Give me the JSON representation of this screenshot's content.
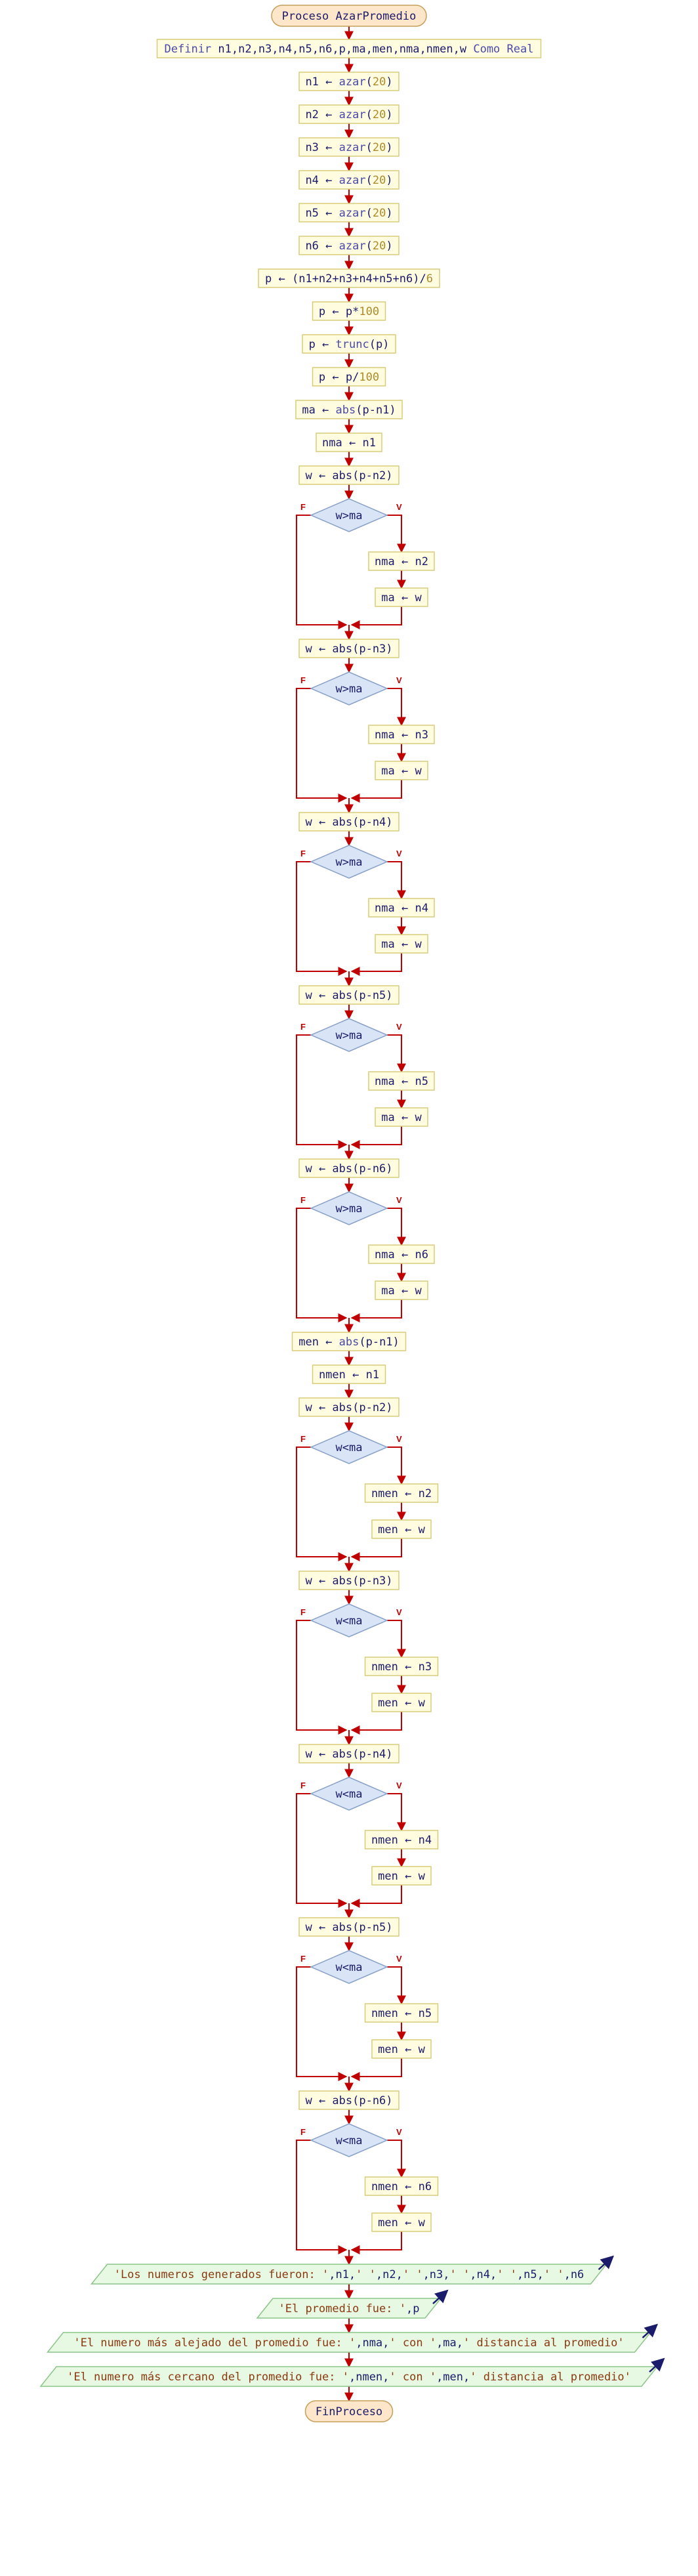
{
  "start_label": "Proceso AzarPromedio",
  "end_label": "FinProceso",
  "branch_labels": {
    "false": "F",
    "true": "V"
  },
  "definition": [
    {
      "t": "Definir ",
      "k": "kw"
    },
    {
      "t": "n1,n2,n3,n4,n5,n6,p,ma,men,nma,nmen,w ",
      "k": "v"
    },
    {
      "t": "Como Real",
      "k": "kw"
    }
  ],
  "statements": [
    [
      {
        "t": "n1 ← ",
        "k": "v"
      },
      {
        "t": "azar",
        "k": "kw"
      },
      {
        "t": "(",
        "k": "v"
      },
      {
        "t": "20",
        "k": "num"
      },
      {
        "t": ")",
        "k": "v"
      }
    ],
    [
      {
        "t": "n2 ← ",
        "k": "v"
      },
      {
        "t": "azar",
        "k": "kw"
      },
      {
        "t": "(",
        "k": "v"
      },
      {
        "t": "20",
        "k": "num"
      },
      {
        "t": ")",
        "k": "v"
      }
    ],
    [
      {
        "t": "n3 ← ",
        "k": "v"
      },
      {
        "t": "azar",
        "k": "kw"
      },
      {
        "t": "(",
        "k": "v"
      },
      {
        "t": "20",
        "k": "num"
      },
      {
        "t": ")",
        "k": "v"
      }
    ],
    [
      {
        "t": "n4 ← ",
        "k": "v"
      },
      {
        "t": "azar",
        "k": "kw"
      },
      {
        "t": "(",
        "k": "v"
      },
      {
        "t": "20",
        "k": "num"
      },
      {
        "t": ")",
        "k": "v"
      }
    ],
    [
      {
        "t": "n5 ← ",
        "k": "v"
      },
      {
        "t": "azar",
        "k": "kw"
      },
      {
        "t": "(",
        "k": "v"
      },
      {
        "t": "20",
        "k": "num"
      },
      {
        "t": ")",
        "k": "v"
      }
    ],
    [
      {
        "t": "n6 ← ",
        "k": "v"
      },
      {
        "t": "azar",
        "k": "kw"
      },
      {
        "t": "(",
        "k": "v"
      },
      {
        "t": "20",
        "k": "num"
      },
      {
        "t": ")",
        "k": "v"
      }
    ],
    [
      {
        "t": "p ← (n1+n2+n3+n4+n5+n6)/",
        "k": "v"
      },
      {
        "t": "6",
        "k": "num"
      }
    ],
    [
      {
        "t": "p ← p*",
        "k": "v"
      },
      {
        "t": "100",
        "k": "num"
      }
    ],
    [
      {
        "t": "p ← ",
        "k": "v"
      },
      {
        "t": "trunc",
        "k": "kw"
      },
      {
        "t": "(p)",
        "k": "v"
      }
    ],
    [
      {
        "t": "p ← p/",
        "k": "v"
      },
      {
        "t": "100",
        "k": "num"
      }
    ],
    [
      {
        "t": "ma ← ",
        "k": "v"
      },
      {
        "t": "abs",
        "k": "kw"
      },
      {
        "t": "(p-n1)",
        "k": "v"
      }
    ],
    [
      {
        "t": "nma ← n1",
        "k": "v"
      }
    ]
  ],
  "max_blocks": [
    {
      "w": "w ← abs(p-n2)",
      "cond": "w>ma",
      "a": "nma ← n2",
      "b": "ma ← w"
    },
    {
      "w": "w ← abs(p-n3)",
      "cond": "w>ma",
      "a": "nma ← n3",
      "b": "ma ← w"
    },
    {
      "w": "w ← abs(p-n4)",
      "cond": "w>ma",
      "a": "nma ← n4",
      "b": "ma ← w"
    },
    {
      "w": "w ← abs(p-n5)",
      "cond": "w>ma",
      "a": "nma ← n5",
      "b": "ma ← w"
    },
    {
      "w": "w ← abs(p-n6)",
      "cond": "w>ma",
      "a": "nma ← n6",
      "b": "ma ← w"
    }
  ],
  "men_init": [
    [
      {
        "t": "men ← ",
        "k": "v"
      },
      {
        "t": "abs",
        "k": "kw"
      },
      {
        "t": "(p-n1)",
        "k": "v"
      }
    ],
    [
      {
        "t": "nmen ← n1",
        "k": "v"
      }
    ]
  ],
  "min_blocks": [
    {
      "w": "w ← abs(p-n2)",
      "cond": "w<ma",
      "a": "nmen ← n2",
      "b": "men ← w"
    },
    {
      "w": "w ← abs(p-n3)",
      "cond": "w<ma",
      "a": "nmen ← n3",
      "b": "men ← w"
    },
    {
      "w": "w ← abs(p-n4)",
      "cond": "w<ma",
      "a": "nmen ← n4",
      "b": "men ← w"
    },
    {
      "w": "w ← abs(p-n5)",
      "cond": "w<ma",
      "a": "nmen ← n5",
      "b": "men ← w"
    },
    {
      "w": "w ← abs(p-n6)",
      "cond": "w<ma",
      "a": "nmen ← n6",
      "b": "men ← w"
    }
  ],
  "outputs": [
    [
      {
        "t": "'Los numeros generados fueron: '",
        "k": "str"
      },
      {
        "t": ",n1,",
        "k": "v"
      },
      {
        "t": "' '",
        "k": "str"
      },
      {
        "t": ",n2,",
        "k": "v"
      },
      {
        "t": "' '",
        "k": "str"
      },
      {
        "t": ",n3,",
        "k": "v"
      },
      {
        "t": "' '",
        "k": "str"
      },
      {
        "t": ",n4,",
        "k": "v"
      },
      {
        "t": "' '",
        "k": "str"
      },
      {
        "t": ",n5,",
        "k": "v"
      },
      {
        "t": "' '",
        "k": "str"
      },
      {
        "t": ",n6",
        "k": "v"
      }
    ],
    [
      {
        "t": "'El promedio fue: '",
        "k": "str"
      },
      {
        "t": ",p",
        "k": "v"
      }
    ],
    [
      {
        "t": "'El numero más alejado del promedio fue: '",
        "k": "str"
      },
      {
        "t": ",nma,",
        "k": "v"
      },
      {
        "t": "'  con '",
        "k": "str"
      },
      {
        "t": ",ma,",
        "k": "v"
      },
      {
        "t": "' distancia al promedio'",
        "k": "str"
      }
    ],
    [
      {
        "t": "'El numero más cercano del promedio fue: '",
        "k": "str"
      },
      {
        "t": ",nmen,",
        "k": "v"
      },
      {
        "t": "'  con '",
        "k": "str"
      },
      {
        "t": ",men,",
        "k": "v"
      },
      {
        "t": "' distancia al promedio'",
        "k": "str"
      }
    ]
  ],
  "colors": {
    "arrow": "#c00000",
    "box_fill": "#fffce0",
    "box_stroke": "#d8cc7c",
    "terminal_fill": "#fde6ca",
    "terminal_stroke": "#c79f5a",
    "decision_fill": "#d9e4f7",
    "decision_stroke": "#8aa2c8",
    "output_fill": "#e8f9e3",
    "output_stroke": "#8bc48a",
    "output_arrow": "#1b1b6b"
  }
}
